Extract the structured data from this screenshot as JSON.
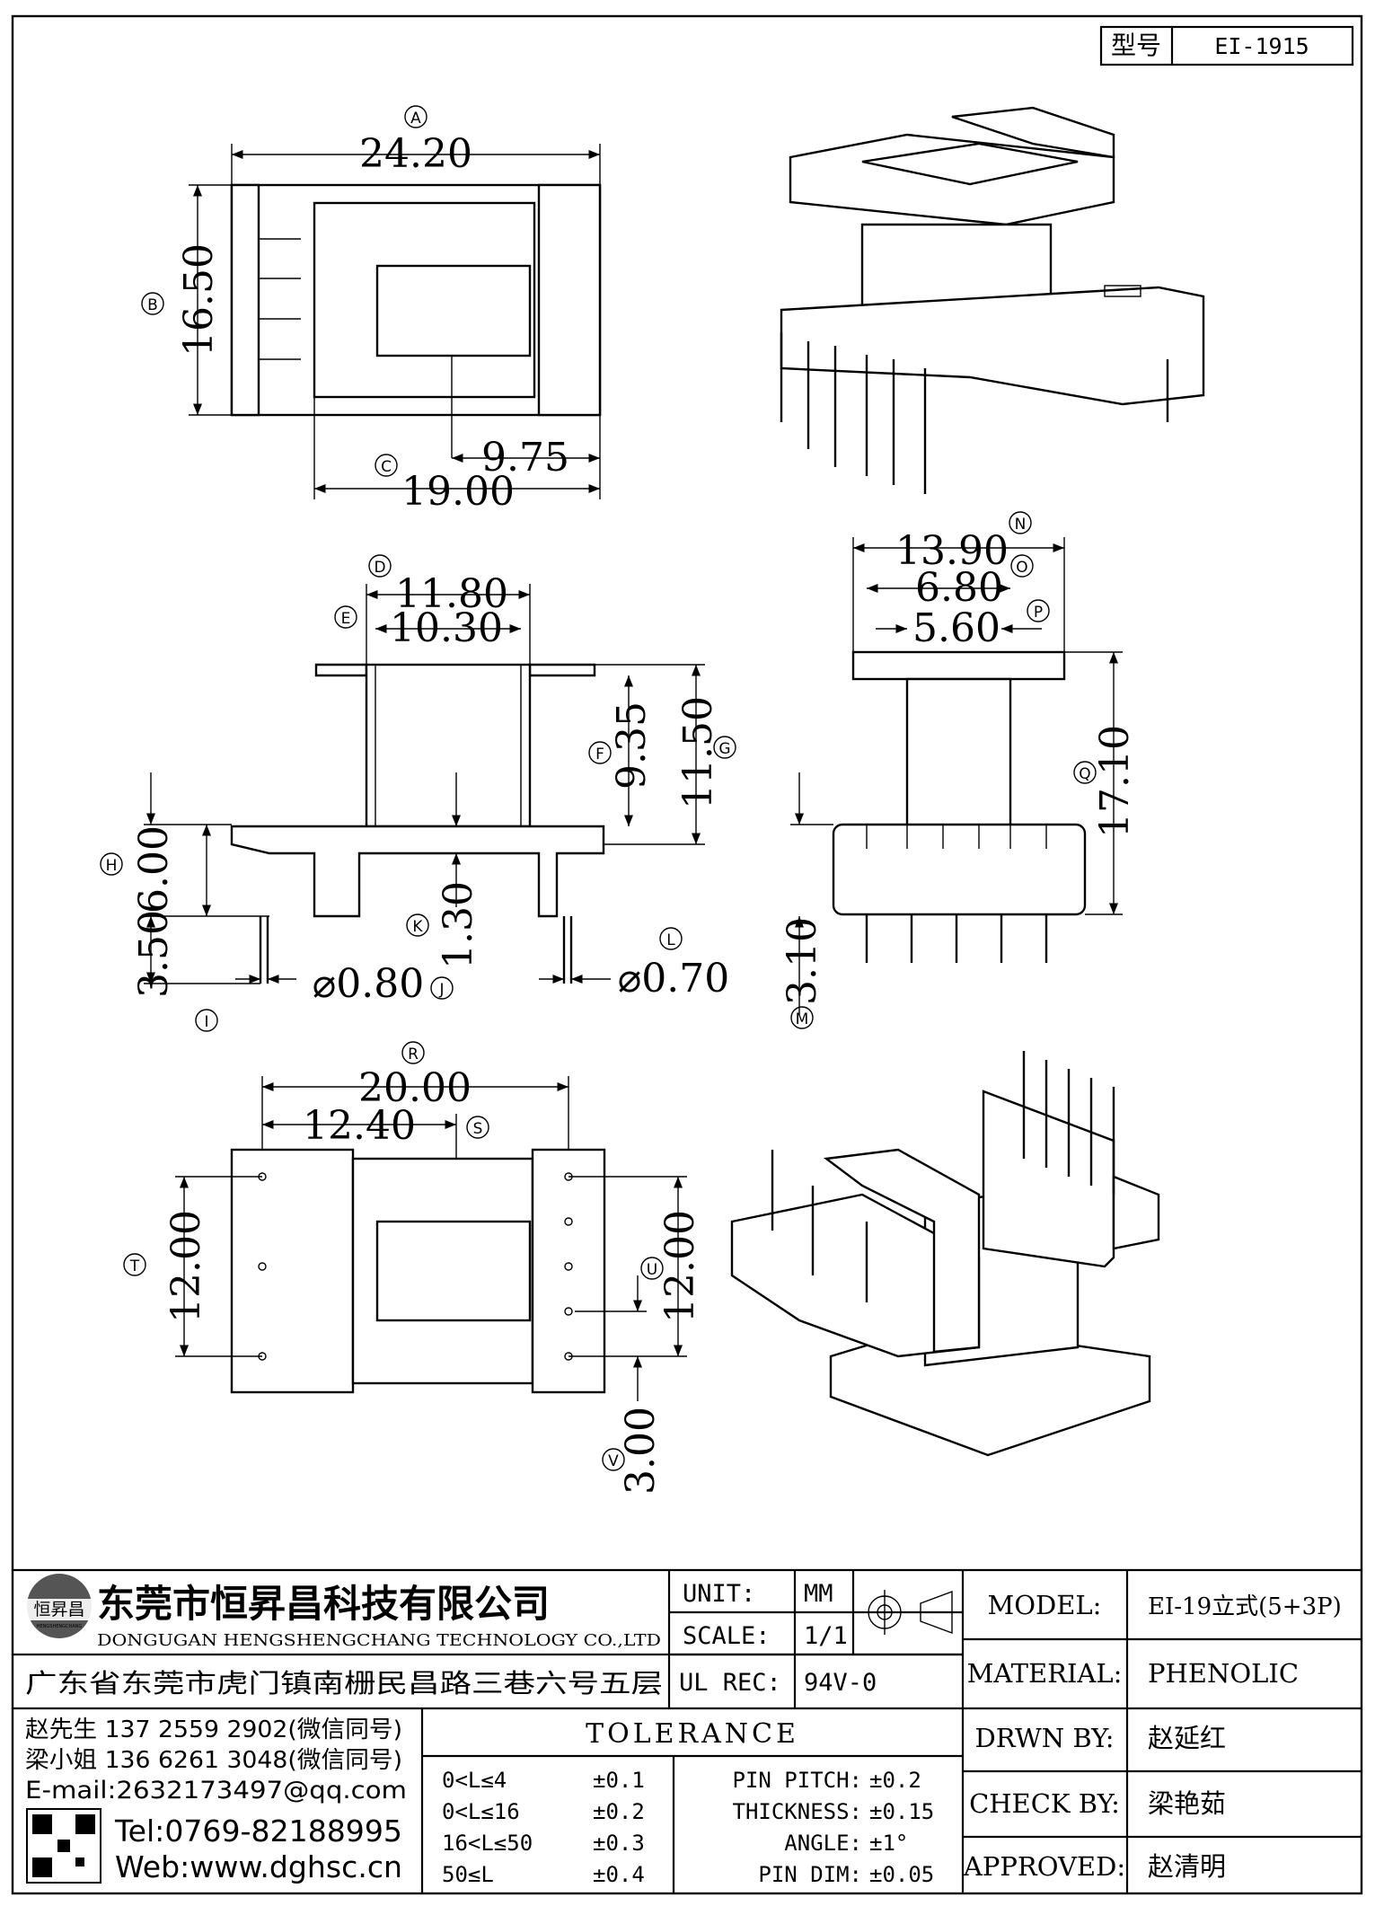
{
  "title_box": {
    "label": "型号",
    "value": "EI-1915"
  },
  "top_view": {
    "A": {
      "letter": "A",
      "value": "24.20"
    },
    "B": {
      "letter": "B",
      "value": "16.50"
    },
    "C": {
      "letter": "C",
      "value": "19.00"
    },
    "small": "9.75"
  },
  "front_view": {
    "D": {
      "letter": "D",
      "value": "11.80"
    },
    "E": {
      "letter": "E",
      "value": "10.30"
    },
    "F": {
      "letter": "F",
      "value": "9.35"
    },
    "G": {
      "letter": "G",
      "value": "11.50"
    },
    "H": {
      "letter": "H",
      "value": "6.00"
    },
    "I": {
      "letter": "I",
      "value": "3.50"
    },
    "J": {
      "letter": "J",
      "value": "⌀0.80"
    },
    "K": {
      "letter": "K",
      "value": "1.30"
    },
    "L": {
      "letter": "L",
      "value": "⌀0.70"
    }
  },
  "side_view": {
    "N": {
      "letter": "N",
      "value": "13.90"
    },
    "O": {
      "letter": "O",
      "value": "6.80"
    },
    "P": {
      "letter": "P",
      "value": "5.60"
    },
    "Q": {
      "letter": "Q",
      "value": "17.10"
    },
    "M": {
      "letter": "M",
      "value": "3.10"
    }
  },
  "bottom_view": {
    "R": {
      "letter": "R",
      "value": "20.00"
    },
    "S": {
      "letter": "S",
      "value": "12.40"
    },
    "T": {
      "letter": "T",
      "value": "12.00"
    },
    "U": {
      "letter": "U",
      "value": "12.00"
    },
    "V": {
      "letter": "V",
      "value": "3.00"
    }
  },
  "company": {
    "logo_text": "恒昇昌",
    "logo_sub": "HENGSHENGCHANG",
    "name_cn": "东莞市恒昇昌科技有限公司",
    "name_en": "DONGUGAN HENGSHENGCHANG TECHNOLOGY CO.,LTD",
    "address": "广东省东莞市虎门镇南栅民昌路三巷六号五层"
  },
  "spec": {
    "unit_label": "UNIT:",
    "unit_value": "MM",
    "scale_label": "SCALE:",
    "scale_value": "1/1",
    "ulrec_label": "UL REC:",
    "ulrec_value": "94V-0"
  },
  "info": {
    "model_label": "MODEL:",
    "model_value": "EI-19立式(5+3P)",
    "material_label": "MATERIAL:",
    "material_value": "PHENOLIC",
    "drawn_label": "DRWN BY:",
    "drawn_value": "赵延红",
    "check_label": "CHECK BY:",
    "check_value": "梁艳茹",
    "approved_label": "APPROVED:",
    "approved_value": "赵清明"
  },
  "contacts": {
    "line1": "赵先生 137 2559 2902(微信同号)",
    "line2": "梁小姐 136 6261 3048(微信同号)",
    "email": "E-mail:2632173497@qq.com",
    "tel": "Tel:0769-82188995",
    "web": "Web:www.dghsc.cn"
  },
  "tolerance": {
    "title": "TOLERANCE",
    "rows": [
      {
        "range": "0<L≤4",
        "tol": "±0.1"
      },
      {
        "range": "0<L≤16",
        "tol": "±0.2"
      },
      {
        "range": "16<L≤50",
        "tol": "±0.3"
      },
      {
        "range": "50≤L",
        "tol": "±0.4"
      }
    ],
    "extra": [
      {
        "label": "PIN PITCH:",
        "tol": "±0.2"
      },
      {
        "label": "THICKNESS:",
        "tol": "±0.15"
      },
      {
        "label": "ANGLE:",
        "tol": "±1°"
      },
      {
        "label": "PIN DIM:",
        "tol": "±0.05"
      }
    ]
  }
}
